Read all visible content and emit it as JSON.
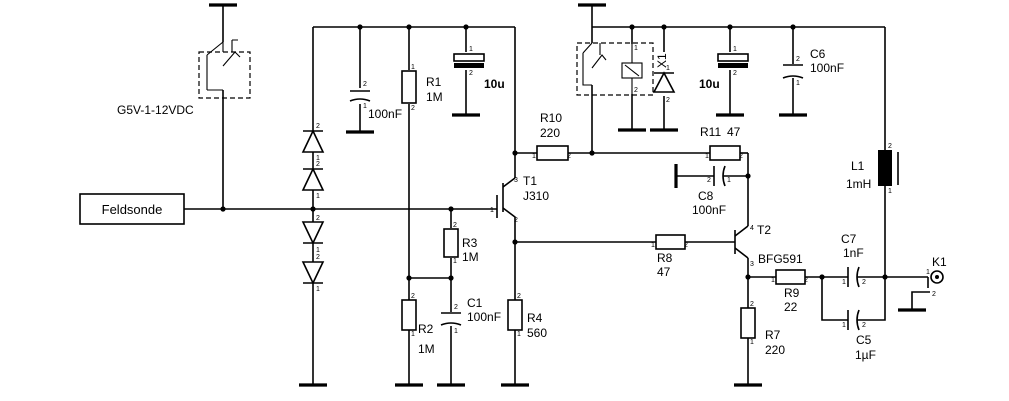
{
  "input": {
    "label": "Feldsonde"
  },
  "relay1": {
    "label": "G5V-1-12VDC"
  },
  "relay2": {
    "label": "X1"
  },
  "components": {
    "R1": {
      "ref": "R1",
      "value": "1M"
    },
    "R2": {
      "ref": "R2",
      "value": "1M"
    },
    "R3": {
      "ref": "R3",
      "value": "1M"
    },
    "R4": {
      "ref": "R4",
      "value": "560"
    },
    "R7": {
      "ref": "R7",
      "value": "220"
    },
    "R8": {
      "ref": "R8",
      "value": "47"
    },
    "R9": {
      "ref": "R9",
      "value": "22"
    },
    "R10": {
      "ref": "R10",
      "value": "220"
    },
    "R11": {
      "ref": "R11",
      "value": "47"
    },
    "C1": {
      "ref": "C1",
      "value": "100nF"
    },
    "C5": {
      "ref": "C5",
      "value": "1µF"
    },
    "C6": {
      "ref": "C6",
      "value": "100nF"
    },
    "C7": {
      "ref": "C7",
      "value": "1nF"
    },
    "C8": {
      "ref": "C8",
      "value": "100nF"
    },
    "Cx": {
      "value": "100nF"
    },
    "E1": {
      "value": "10u"
    },
    "E2": {
      "value": "10u"
    },
    "L1": {
      "ref": "L1",
      "value": "1mH"
    },
    "T1": {
      "ref": "T1",
      "value": "J310"
    },
    "T2": {
      "ref": "T2",
      "value": "BFG591"
    },
    "K1": {
      "ref": "K1"
    }
  },
  "pins": {
    "p1": "1",
    "p2": "2",
    "p3": "3",
    "p4": "4"
  }
}
